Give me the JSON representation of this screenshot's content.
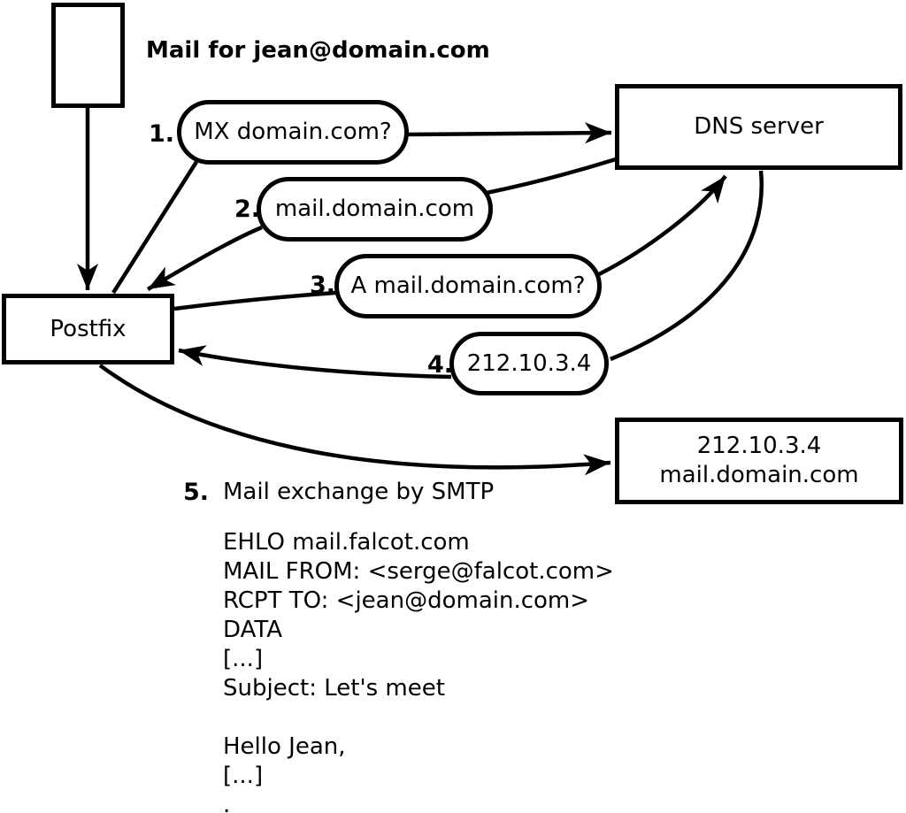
{
  "colors": {
    "ink": "#000000",
    "paper": "#ffffff"
  },
  "sender": {
    "label": "Mail for jean@domain.com"
  },
  "nodes": {
    "postfix": {
      "label": "Postfix"
    },
    "dns": {
      "label": "DNS server"
    },
    "mailserver": {
      "line1": "212.10.3.4",
      "line2": "mail.domain.com"
    }
  },
  "steps": [
    {
      "num": "1.",
      "label": "MX domain.com?"
    },
    {
      "num": "2.",
      "label": "mail.domain.com"
    },
    {
      "num": "3.",
      "label": "A mail.domain.com?"
    },
    {
      "num": "4.",
      "label": "212.10.3.4"
    },
    {
      "num": "5.",
      "label": "Mail exchange by SMTP"
    }
  ],
  "smtp_session": {
    "lines": [
      "EHLO mail.falcot.com",
      "MAIL FROM: <serge@falcot.com>",
      "RCPT TO: <jean@domain.com>",
      "DATA",
      "[...]",
      "Subject: Let's meet",
      "",
      "Hello Jean,",
      "[...]",
      "."
    ]
  }
}
